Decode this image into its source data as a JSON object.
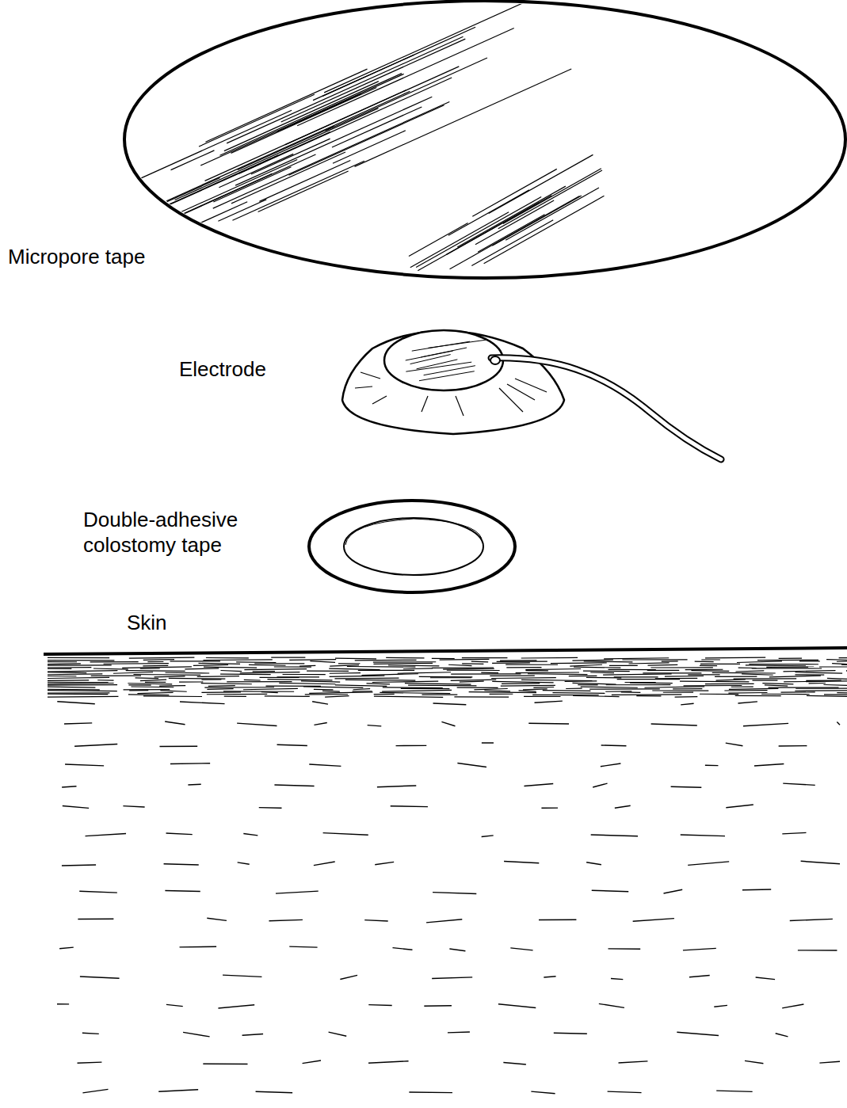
{
  "diagram": {
    "labels": [
      "Micropore tape",
      "Electrode",
      "Double-adhesive colostomy tape",
      "Skin"
    ]
  }
}
